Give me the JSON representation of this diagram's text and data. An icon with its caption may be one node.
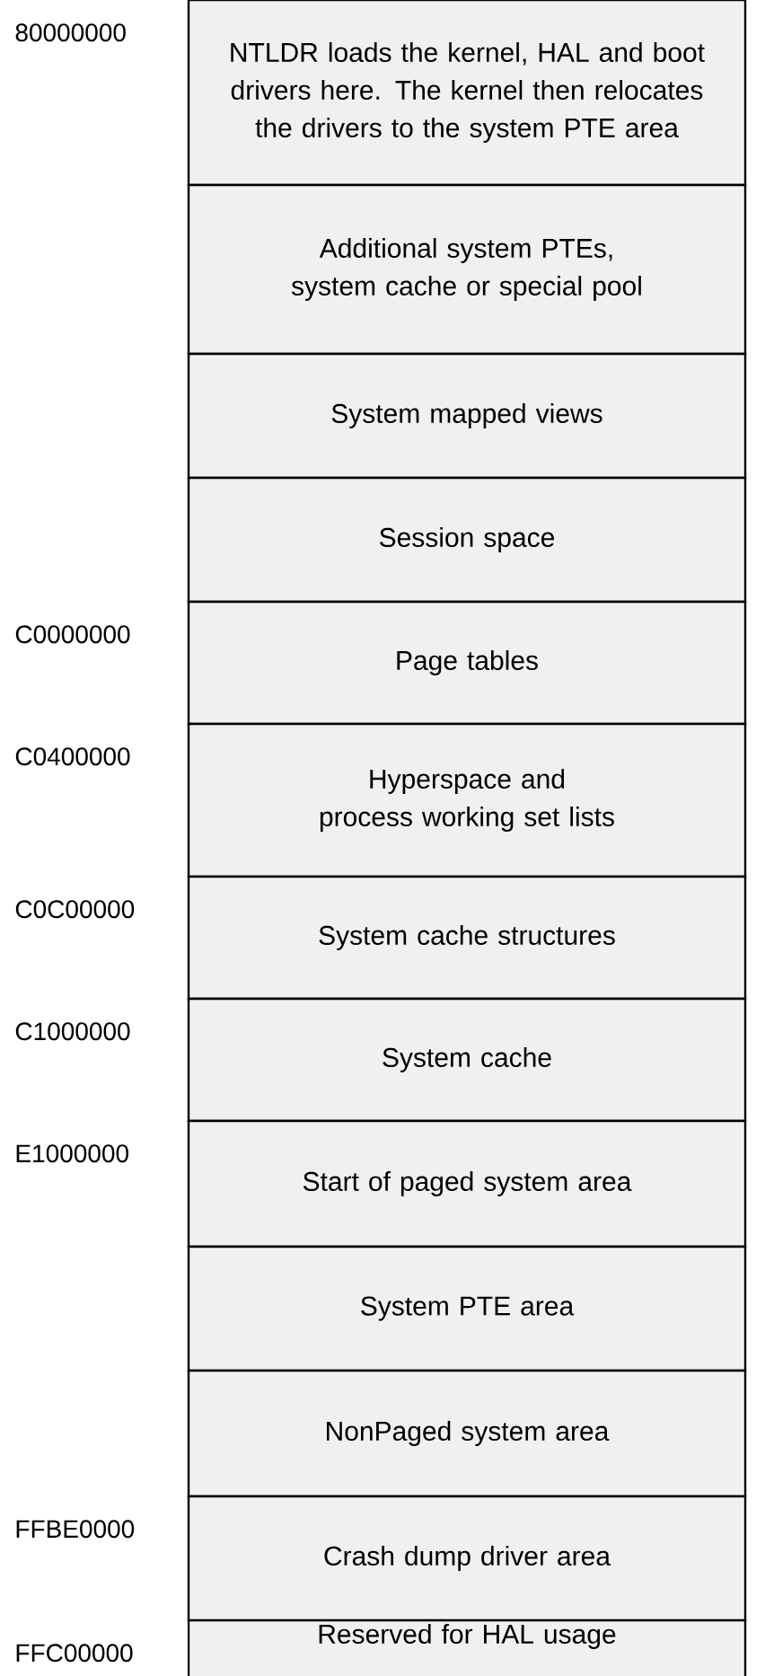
{
  "diagram": {
    "nodes": [
      {
        "text": [
          "NTLDR loads the kernel, HAL and boot drivers here. The kernel then relocates the drivers to the system PTE area"
        ],
        "beside": [
          "80000000"
        ]
      },
      {
        "text": [
          "Additional system PTEs, system cache or special pool"
        ]
      },
      {
        "text": [
          "System mapped views"
        ]
      },
      {
        "text": [
          "Session space"
        ]
      },
      {
        "text": [
          "Page tables"
        ],
        "beside": [
          "C0000000"
        ]
      },
      {
        "text": [
          "Hyperspace and process working set lists"
        ],
        "beside": [
          "C0400000"
        ]
      },
      {
        "text": [
          "System cache structures"
        ],
        "beside": [
          "C0C00000"
        ]
      },
      {
        "text": [
          "System cache"
        ],
        "beside": [
          "C1000000"
        ]
      },
      {
        "text": [
          "Start of paged system area"
        ],
        "beside": [
          "E1000000"
        ]
      },
      {
        "text": [
          "System PTE area"
        ]
      },
      {
        "text": [
          "NonPaged system area"
        ]
      },
      {
        "text": [
          "Crash dump driver area"
        ],
        "beside": [
          "FFBE0000"
        ]
      },
      {
        "text": [
          "Reserved for HAL usage"
        ],
        "beside": [
          "FFC00000"
        ]
      }
    ]
  }
}
